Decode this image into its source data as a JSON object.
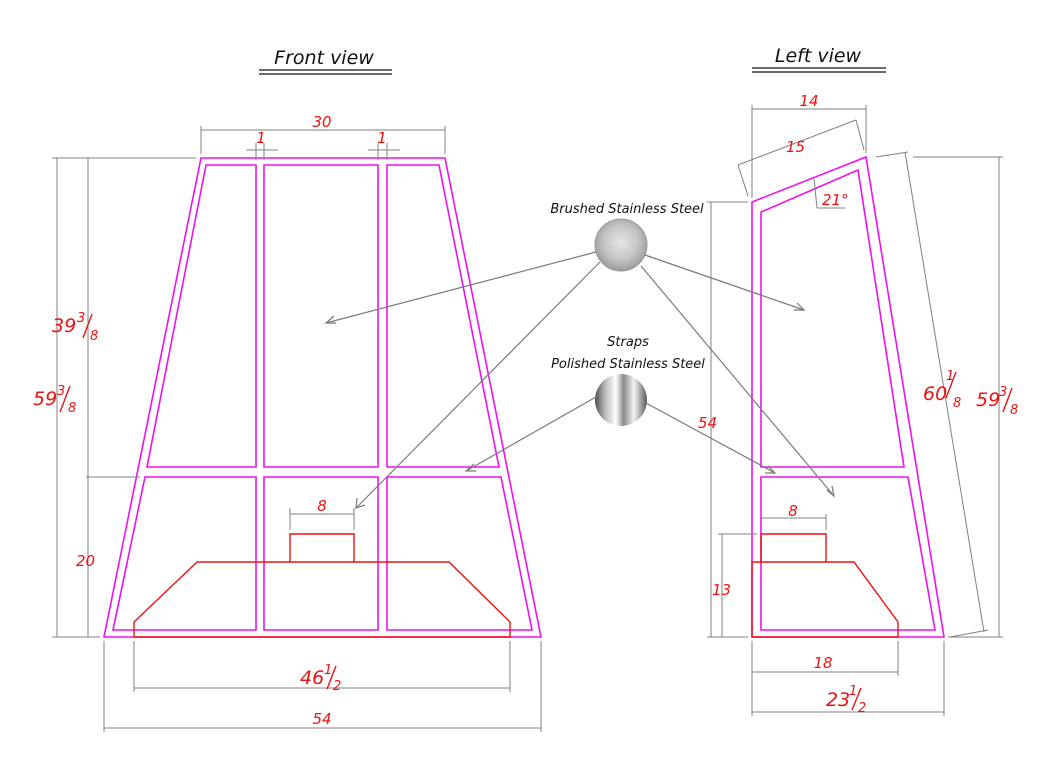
{
  "views": {
    "front": {
      "title": "Front view"
    },
    "left": {
      "title": "Left view"
    }
  },
  "materials": {
    "brushed": {
      "label": "Brushed Stainless Steel"
    },
    "straps": {
      "label1": "Straps",
      "label2": "Polished Stainless Steel"
    }
  },
  "dimensions": {
    "front_top_width": "30",
    "front_strap_left": "1",
    "front_strap_right": "1",
    "front_upper_height_whole": "39",
    "front_upper_height_num": "3",
    "front_upper_height_den": "8",
    "front_total_height_whole": "59",
    "front_total_height_num": "3",
    "front_total_height_den": "8",
    "front_lower_height": "20",
    "front_box_width": "8",
    "front_base_width_whole": "46",
    "front_base_width_num": "1",
    "front_base_width_den": "2",
    "front_bottom_width": "54",
    "left_top_width": "14",
    "left_slope_length": "15",
    "left_angle": "21°",
    "left_height": "54",
    "left_diag_whole": "60",
    "left_diag_num": "1",
    "left_diag_den": "8",
    "left_total_height_whole": "59",
    "left_total_height_num": "3",
    "left_total_height_den": "8",
    "left_box_width": "8",
    "left_box_height": "13",
    "left_base_width": "18",
    "left_bottom_width_whole": "23",
    "left_bottom_width_num": "1",
    "left_bottom_width_den": "2"
  },
  "colors": {
    "frame": "#ee11ee",
    "dimension_text": "#ee1111",
    "dimension_line": "#808080"
  },
  "icons": [
    "brushed-steel-swatch-icon",
    "polished-steel-swatch-icon"
  ]
}
